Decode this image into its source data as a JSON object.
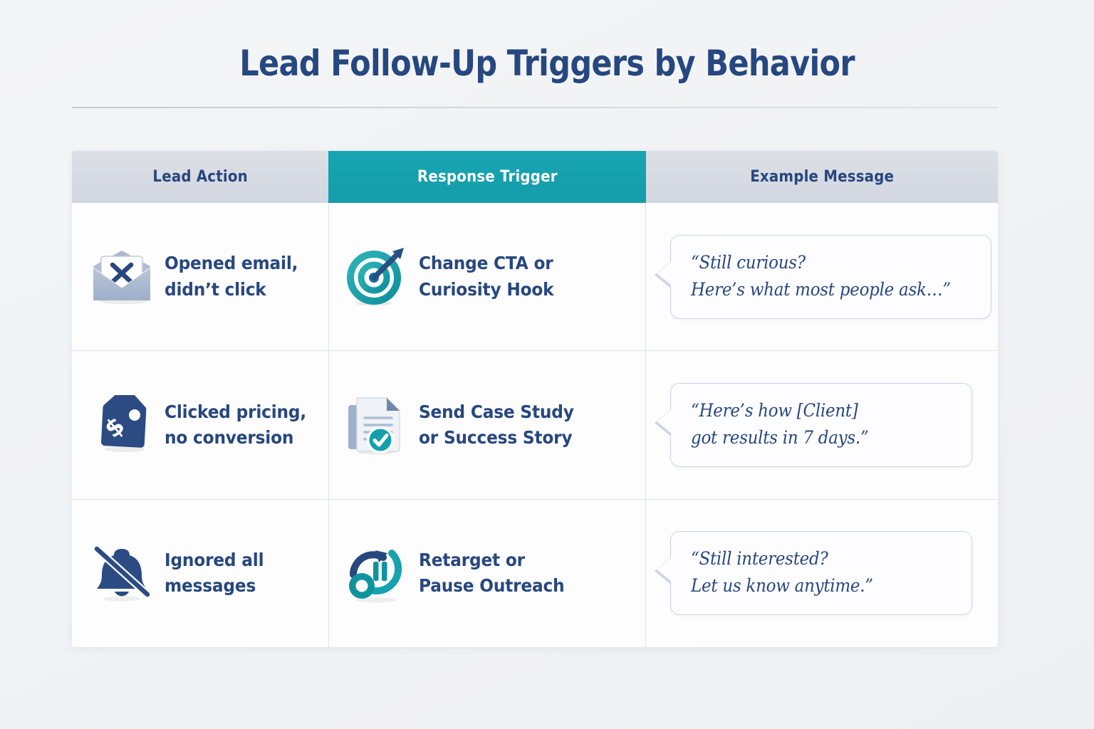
{
  "page": {
    "title": "Lead Follow-Up Triggers by Behavior",
    "background_color": "#f2f3f5",
    "navy": "#27477e",
    "teal": "#18a4b2",
    "header_gray": "#d6dae2"
  },
  "table": {
    "columns": [
      {
        "key": "lead_action",
        "label": "Lead Action",
        "highlighted": false
      },
      {
        "key": "response_trigger",
        "label": "Response Trigger",
        "highlighted": true
      },
      {
        "key": "example_message",
        "label": "Example Message",
        "highlighted": false
      }
    ],
    "rows": [
      {
        "lead_action": {
          "icon": "envelope-x-icon",
          "line1": "Opened email,",
          "line2": "didn’t click"
        },
        "response_trigger": {
          "icon": "target-arrow-icon",
          "line1": "Change CTA or",
          "line2": "Curiosity Hook"
        },
        "example_message": {
          "line1": "“Still curious?",
          "line2": "Here’s what most people ask…”"
        }
      },
      {
        "lead_action": {
          "icon": "price-tag-dollar-icon",
          "line1": "Clicked pricing,",
          "line2": "no conversion"
        },
        "response_trigger": {
          "icon": "document-check-icon",
          "line1": "Send Case Study",
          "line2": "or Success Story"
        },
        "example_message": {
          "line1": "“Here’s how [Client]",
          "line2": "got results in 7 days.”"
        }
      },
      {
        "lead_action": {
          "icon": "bell-muted-icon",
          "line1": "Ignored all",
          "line2": "messages"
        },
        "response_trigger": {
          "icon": "refresh-pause-icon",
          "line1": "Retarget or",
          "line2": "Pause Outreach"
        },
        "example_message": {
          "line1": "“Still interested?",
          "line2": "Let us know anytime.”"
        }
      }
    ]
  }
}
